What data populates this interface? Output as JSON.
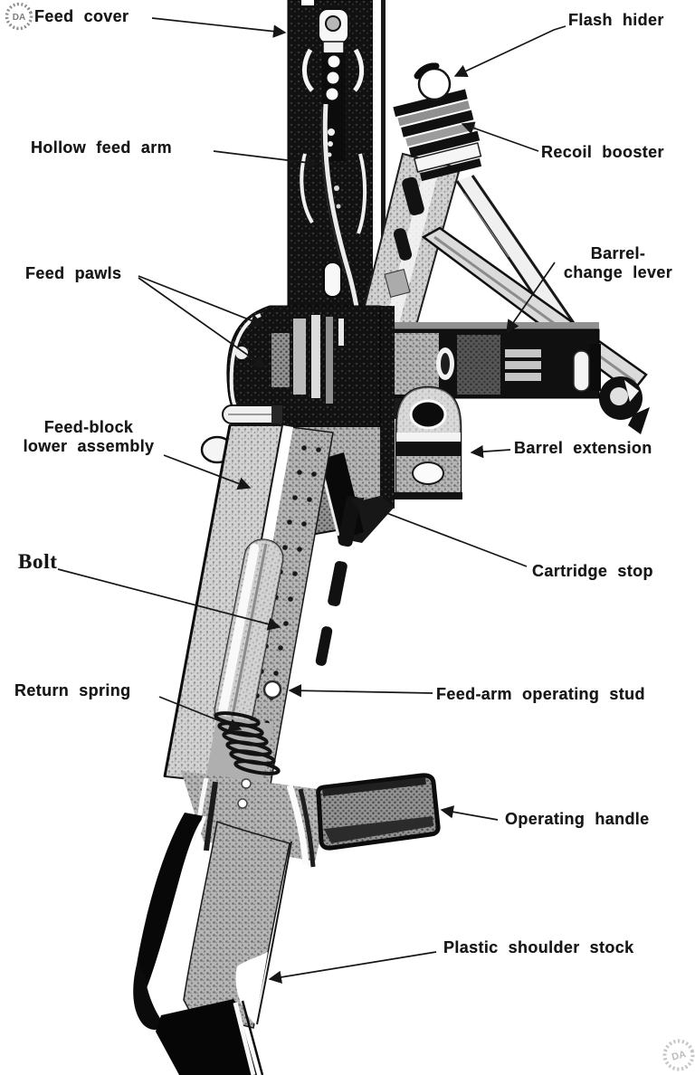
{
  "figure": {
    "type": "labeled cutaway technical diagram of a machine gun"
  },
  "colors": {
    "paper": "#ffffff",
    "ink": "#1a1a1a"
  },
  "labels": {
    "feed_cover": {
      "text": "Feed cover"
    },
    "flash_hider": {
      "text": "Flash hider"
    },
    "hollow_feed_arm": {
      "text": "Hollow feed arm"
    },
    "recoil_booster": {
      "text": "Recoil booster"
    },
    "feed_pawls": {
      "text": "Feed pawls"
    },
    "barrel_change_lever": {
      "line1": "Barrel-",
      "line2": "change lever"
    },
    "feed_block_lower_assembly": {
      "line1": "Feed-block",
      "line2": "lower assembly"
    },
    "barrel_extension": {
      "text": "Barrel extension"
    },
    "bolt": {
      "text": "Bolt"
    },
    "cartridge_stop": {
      "text": "Cartridge stop"
    },
    "return_spring": {
      "text": "Return spring"
    },
    "feed_arm_operating_stud": {
      "text": "Feed-arm operating stud"
    },
    "operating_handle": {
      "text": "Operating handle"
    },
    "plastic_shoulder_stock": {
      "text": "Plastic shoulder stock"
    }
  },
  "watermark": {
    "initials": "DA"
  }
}
